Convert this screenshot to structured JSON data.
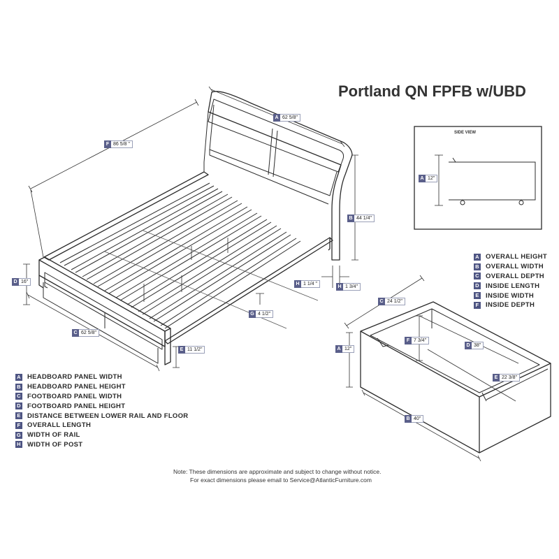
{
  "title": "Portland QN FPFB w/UBD",
  "side_view_title": "SIDE VIEW",
  "bed_dimensions": [
    {
      "letter": "A",
      "value": "62 5/8\""
    },
    {
      "letter": "F",
      "value": "86 5/8 \""
    },
    {
      "letter": "B",
      "value": "44 1/4\""
    },
    {
      "letter": "D",
      "value": "16\""
    },
    {
      "letter": "H",
      "value": "1 1/4 \""
    },
    {
      "letter": "H",
      "value": "1 3/4\""
    },
    {
      "letter": "G",
      "value": "4 1/2\""
    },
    {
      "letter": "C",
      "value": "62 5/8\""
    },
    {
      "letter": "E",
      "value": "11 1/2\""
    }
  ],
  "side_view_dimension": {
    "letter": "A",
    "value": "12\""
  },
  "drawer_dimensions": [
    {
      "letter": "C",
      "value": "24 1/2\""
    },
    {
      "letter": "A",
      "value": "12\""
    },
    {
      "letter": "F",
      "value": "7 3/4\""
    },
    {
      "letter": "D",
      "value": "38\""
    },
    {
      "letter": "E",
      "value": "22 3/8\""
    },
    {
      "letter": "B",
      "value": "40\""
    }
  ],
  "drawer_legend": [
    {
      "letter": "A",
      "label": "OVERALL HEIGHT"
    },
    {
      "letter": "B",
      "label": "OVERALL WIDTH"
    },
    {
      "letter": "C",
      "label": "OVERALL DEPTH"
    },
    {
      "letter": "D",
      "label": "INSIDE LENGTH"
    },
    {
      "letter": "E",
      "label": "INSIDE WIDTH"
    },
    {
      "letter": "F",
      "label": "INSIDE DEPTH"
    }
  ],
  "bed_legend": [
    {
      "letter": "A",
      "label": "HEADBOARD PANEL WIDTH"
    },
    {
      "letter": "B",
      "label": "HEADBOARD PANEL HEIGHT"
    },
    {
      "letter": "C",
      "label": "FOOTBOARD PANEL WIDTH"
    },
    {
      "letter": "D",
      "label": "FOOTBOARD PANEL HEIGHT"
    },
    {
      "letter": "E",
      "label": "DISTANCE BETWEEN LOWER RAIL AND FLOOR"
    },
    {
      "letter": "F",
      "label": "OVERALL LENGTH"
    },
    {
      "letter": "G",
      "label": "WIDTH OF RAIL"
    },
    {
      "letter": "H",
      "label": "WIDTH OF POST"
    }
  ],
  "note": {
    "line1": "Note: These dimensions are approximate and subject to change without notice.",
    "line2": "For exact dimensions please email to Service@AtlanticFurniture.com"
  }
}
